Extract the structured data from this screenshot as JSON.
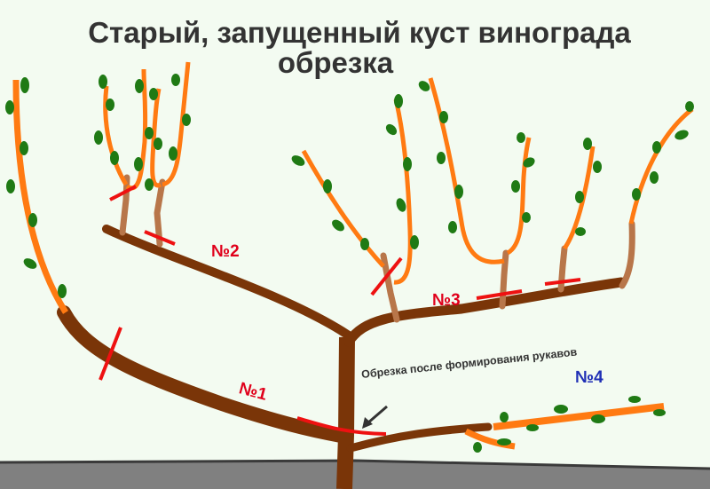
{
  "title": {
    "line1": "Старый, запущенный куст винограда",
    "line2": "обрезка"
  },
  "labels": {
    "arm1": "№1",
    "arm2": "№2",
    "arm3": "№3",
    "arm4": "№4"
  },
  "annotation": "Обрезка после формирования рукавов",
  "colors": {
    "background": "#f3fbf1",
    "old_wood": "#7a3508",
    "young_wood": "#b8764a",
    "shoot": "#ff7a12",
    "leaf": "#1f7a14",
    "cut_mark": "#ee1111",
    "ground": "#808080",
    "ground_edge": "#3a3a3a",
    "title_text": "#333333",
    "label_red": "#e0001b",
    "label_blue": "#1f2fb5"
  },
  "legend_semantics": {
    "cut_mark": "red line = pruning cut",
    "old_wood": "dark brown = old arm",
    "young_wood": "light brown = spur",
    "shoot": "orange = annual shoot"
  }
}
